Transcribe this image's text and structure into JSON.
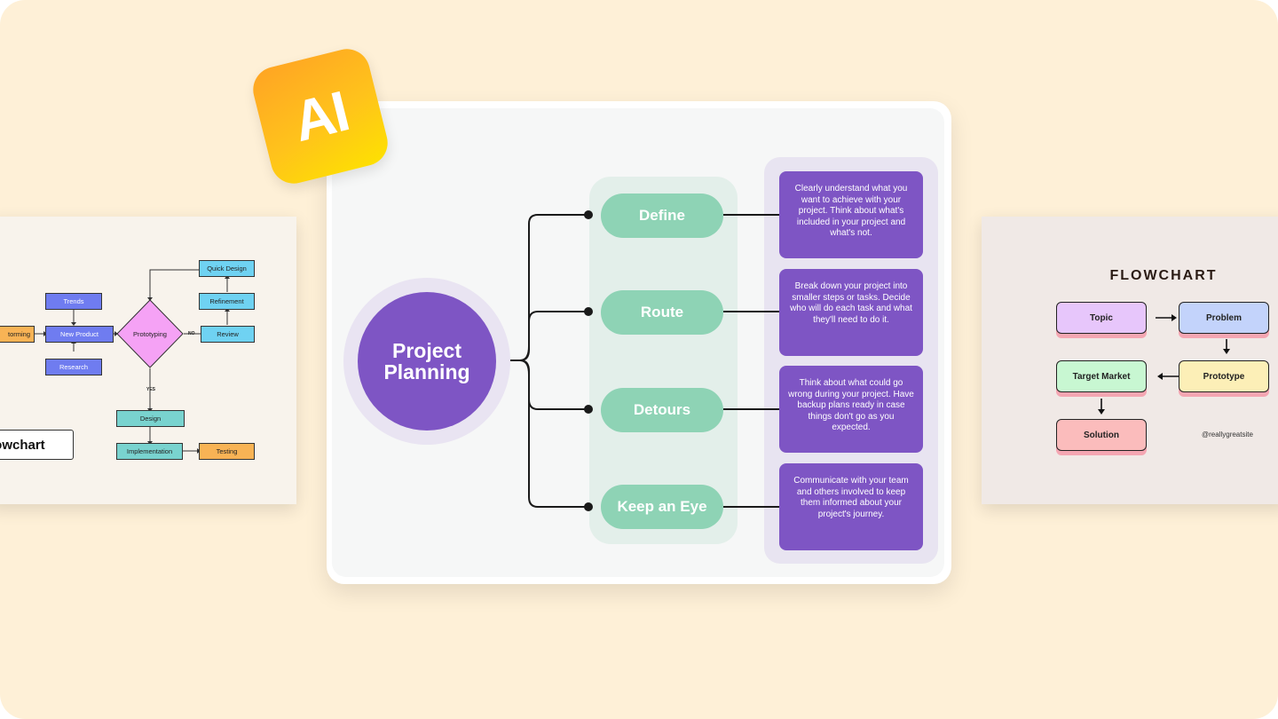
{
  "left_flowchart": {
    "title": "lowchart",
    "nodes": {
      "brainstorming": "torming",
      "trends": "Trends",
      "new_product": "New Product",
      "research": "Research",
      "prototyping": "Prototyping",
      "quick_design": "Quick Design",
      "refinement": "Refinement",
      "review": "Review",
      "design": "Design",
      "implementation": "Implementation",
      "testing": "Testing"
    },
    "labels": {
      "no": "NO",
      "yes": "YES"
    }
  },
  "ai_badge": {
    "text": "AI"
  },
  "mindmap": {
    "center": "Project Planning",
    "branches": [
      {
        "label": "Define",
        "description": "Clearly understand what you want to achieve with your project. Think about what's included in your project and what's not."
      },
      {
        "label": "Route",
        "description": "Break down your project into smaller steps or tasks. Decide who will do each task and what they'll need to do it."
      },
      {
        "label": "Detours",
        "description": "Think about what could go wrong during your project. Have backup plans ready in case things don't go as you expected."
      },
      {
        "label": "Keep an Eye",
        "description": "Communicate with your team and others involved to keep them informed about your project's journey."
      }
    ],
    "colors": {
      "purple": "#7e55c4",
      "green": "#8ed3b5",
      "background": "#fef0d7"
    }
  },
  "right_flowchart": {
    "title": "FLOWCHART",
    "nodes": {
      "topic": "Topic",
      "problem": "Problem",
      "target_market": "Target Market",
      "prototype": "Prototype",
      "solution": "Solution"
    },
    "handle": "@reallygreatsite"
  }
}
